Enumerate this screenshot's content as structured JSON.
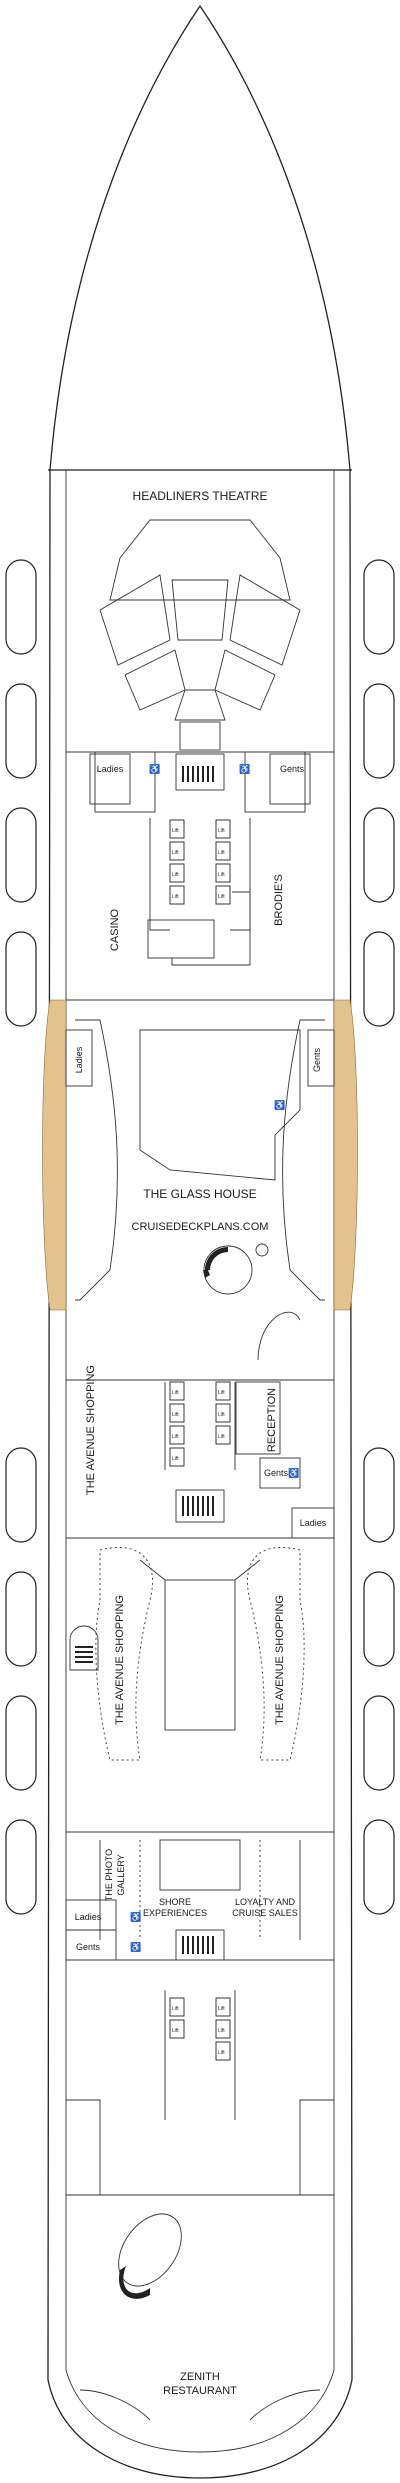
{
  "deck": {
    "watermark": "CRUISEDECKPLANS.COM",
    "venues": {
      "headliners_theatre": "HEADLINERS THEATRE",
      "casino": "CASINO",
      "brodies": "BRODIE'S",
      "glass_house": "THE GLASS HOUSE",
      "avenue_shopping_fwd": "THE AVENUE SHOPPING",
      "reception": "RECEPTION",
      "avenue_shopping_port": "THE AVENUE SHOPPING",
      "avenue_shopping_stbd": "THE AVENUE SHOPPING",
      "photo_gallery_1": "THE PHOTO",
      "photo_gallery_2": "GALLERY",
      "shore_1": "SHORE",
      "shore_2": "EXPERIENCES",
      "loyalty_1": "LOYALTY AND",
      "loyalty_2": "CRUISE SALES",
      "zenith_1": "ZENITH",
      "zenith_2": "RESTAURANT"
    },
    "restrooms": {
      "ladies": "Ladies",
      "gents": "Gents"
    },
    "lift_label": "Lift",
    "accessible_symbol": "♿"
  }
}
